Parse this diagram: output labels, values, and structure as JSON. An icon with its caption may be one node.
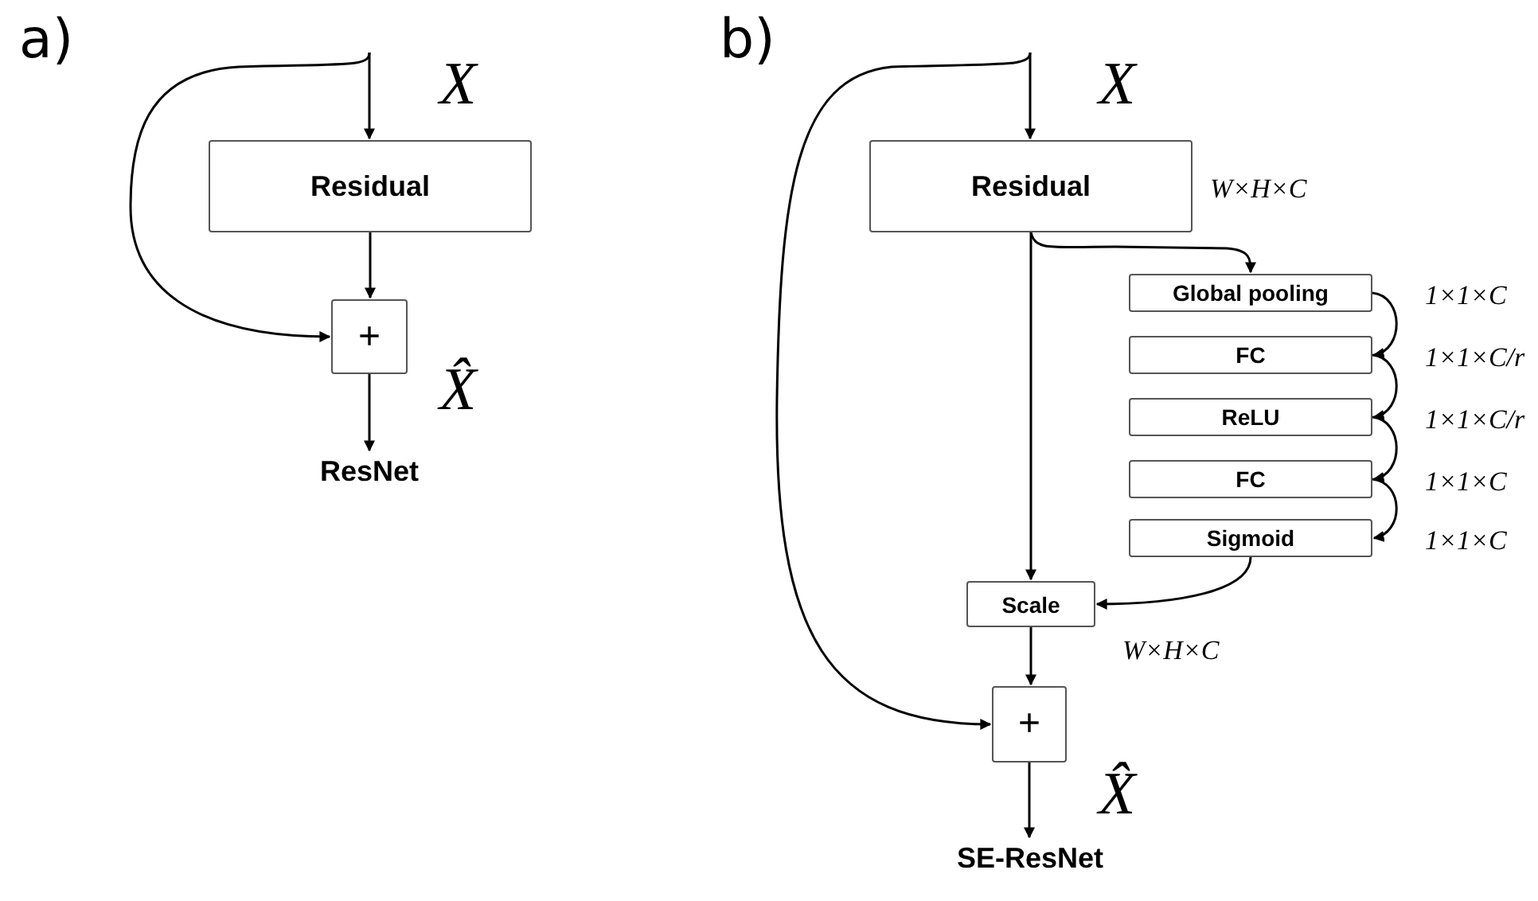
{
  "diagram": {
    "nodes": [
      {
        "text": [
          "Residual"
        ]
      },
      {
        "text": [
          "+"
        ]
      },
      {
        "text": [
          "Residual"
        ],
        "beside": [
          "W×H×C"
        ]
      },
      {
        "text": [
          "Global pooling"
        ],
        "beside": [
          "1×1×C"
        ]
      },
      {
        "text": [
          "FC"
        ],
        "beside": [
          "1×1×C/r"
        ]
      },
      {
        "text": [
          "ReLU"
        ],
        "beside": [
          "1×1×C/r"
        ]
      },
      {
        "text": [
          "FC"
        ],
        "beside": [
          "1×1×C"
        ]
      },
      {
        "text": [
          "Sigmoid"
        ],
        "beside": [
          "1×1×C"
        ]
      },
      {
        "text": [
          "Scale"
        ],
        "beside": [
          "W×H×C"
        ]
      },
      {
        "text": [
          "+"
        ]
      },
      {
        "text": [
          "ResNet"
        ]
      },
      {
        "text": [
          "SE-ResNet"
        ]
      }
    ],
    "edges": [
      {
        "from": null,
        "to": 0,
        "arrow": "to"
      },
      {
        "from": 0,
        "to": 1,
        "arrow": "to"
      },
      {
        "from": null,
        "to": 1,
        "arrow": "to"
      },
      {
        "from": 1,
        "to": 10,
        "arrow": "to"
      },
      {
        "from": null,
        "to": 2,
        "arrow": "to"
      },
      {
        "from": 2,
        "to": 3,
        "arrow": "to"
      },
      {
        "from": 2,
        "to": 8,
        "arrow": "to"
      },
      {
        "from": 3,
        "to": 4,
        "arrow": "to"
      },
      {
        "from": 4,
        "to": 5,
        "arrow": "to"
      },
      {
        "from": 5,
        "to": 6,
        "arrow": "to"
      },
      {
        "from": 6,
        "to": 7,
        "arrow": "to"
      },
      {
        "from": 7,
        "to": 8,
        "arrow": "to"
      },
      {
        "from": 8,
        "to": 9,
        "arrow": "to"
      },
      {
        "from": null,
        "to": 9,
        "arrow": "to"
      },
      {
        "from": 9,
        "to": 11,
        "arrow": "to"
      }
    ],
    "labels": [
      "a)",
      "X",
      "X̂",
      "b)",
      "X",
      "X̂"
    ]
  }
}
